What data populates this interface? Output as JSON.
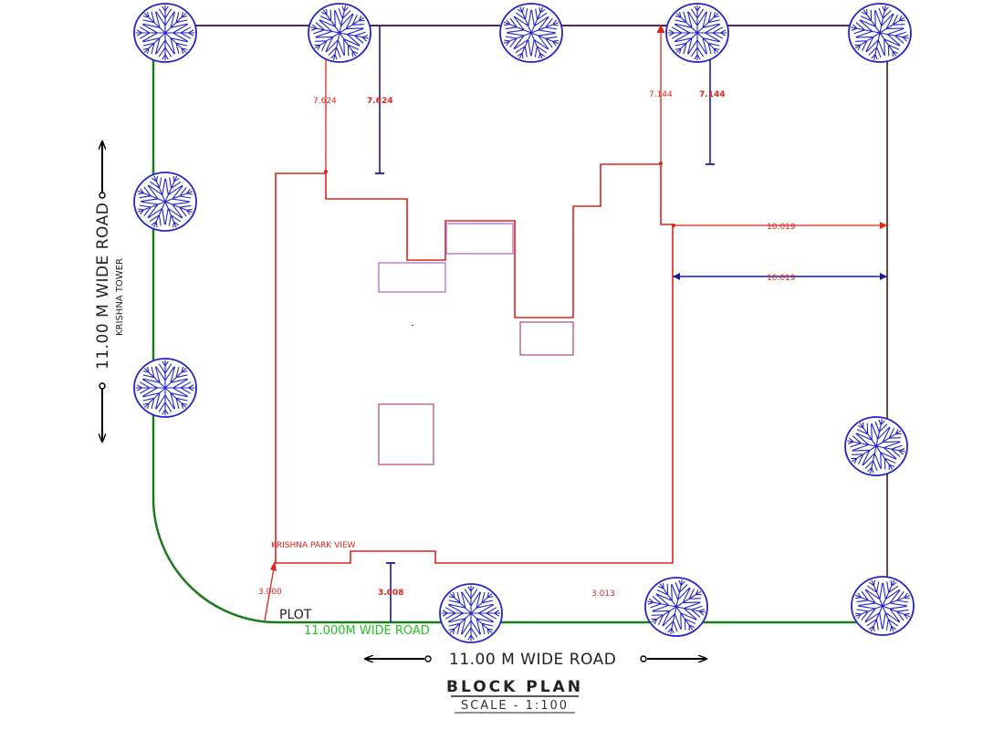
{
  "title": "BLOCK PLAN",
  "scale": "SCALE - 1:100",
  "roads": {
    "left": "11.00 M WIDE ROAD",
    "left_sub": "KRISHNA TOWER",
    "bottom": "11.00 M WIDE ROAD",
    "bottom_green": "11.000M WIDE ROAD"
  },
  "plot_label": "PLOT",
  "building_label": "KRISHNA PARK VIEW",
  "dimensions": {
    "top_left_red": "7.624",
    "top_left_blue": "7.624",
    "top_right_red": "7.144",
    "top_right_blue": "7.144",
    "right_red": "10.019",
    "right_blue": "10.019",
    "bottom_left_red": "3.000",
    "bottom_blue": "3.008",
    "bottom_mid": "3.013"
  },
  "colors": {
    "building": "#e0231b",
    "plot_boundary": "#1e7a1e",
    "dimension_blue": "#1a1a9c",
    "top_edge": "#5a1f6e",
    "right_edge": "#4a1515",
    "tree": "#2424c8",
    "inner_box_purple": "#b060d0",
    "inner_box_maroon": "#b04a6a"
  }
}
